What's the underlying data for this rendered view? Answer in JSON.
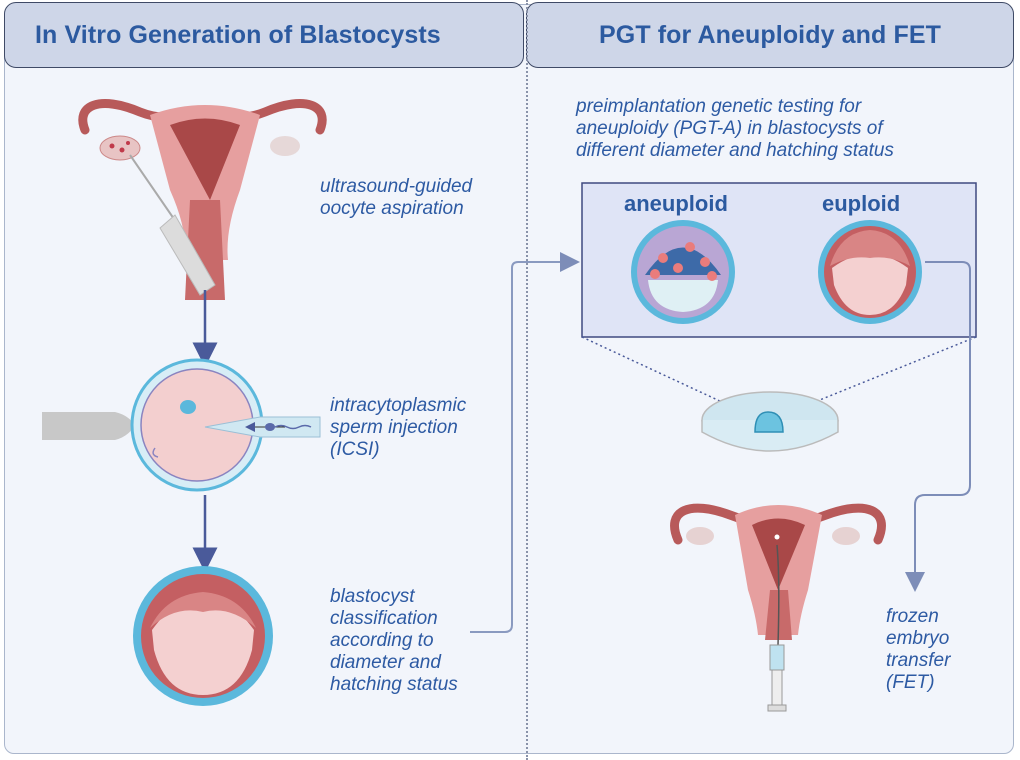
{
  "panels": {
    "left": {
      "title": "In Vitro Generation of Blastocysts",
      "steps": [
        {
          "id": "oocyte-aspiration",
          "caption_lines": [
            "ultrasound-guided",
            "oocyte aspiration"
          ]
        },
        {
          "id": "icsi",
          "caption_lines": [
            "intracytoplasmic",
            "sperm injection",
            "(ICSI)"
          ]
        },
        {
          "id": "blastocyst-classification",
          "caption_lines": [
            "blastocyst",
            "classification",
            "according to",
            "diameter and",
            "hatching status"
          ]
        }
      ]
    },
    "right": {
      "title": "PGT for Aneuploidy and FET",
      "pgt_caption_lines": [
        "preimplantation genetic testing for",
        "aneuploidy (PGT-A) in blastocysts of",
        "different diameter and hatching status"
      ],
      "inset_labels": {
        "aneuploid": "aneuploid",
        "euploid": "euploid"
      },
      "fet_caption_lines": [
        "frozen",
        "embryo",
        "transfer",
        "(FET)"
      ]
    }
  },
  "colors": {
    "title_text": "#2c5aa0",
    "caption_text": "#2d5aa3",
    "header_fill": "#ced6e8",
    "background": "#f2f5fb",
    "arrow": "#4a5a9a",
    "connector": "#8a9ac0",
    "zona": "#5bb8dc",
    "tissue": "#c85a5a",
    "aneuploid_cell": "#3d6aa8",
    "trophectoderm_aneuploid": "#b9a6d4"
  }
}
